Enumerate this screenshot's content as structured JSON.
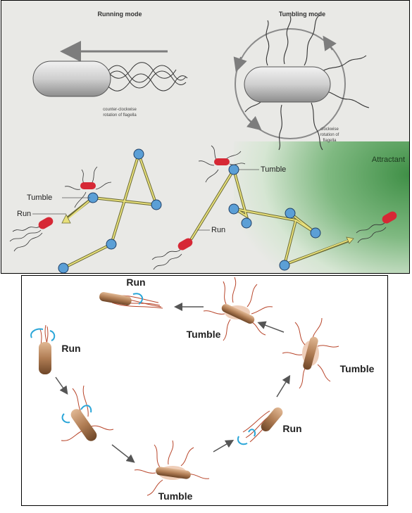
{
  "top_panel": {
    "running_mode": {
      "title": "Running mode",
      "caption_line1": "counter-clockwise",
      "caption_line2": "rotation of flagella"
    },
    "tumbling_mode": {
      "title": "Tumbling mode",
      "caption_line1": "clockwise",
      "caption_line2": "rotation of",
      "caption_line3": "flagella"
    },
    "random_walk": {
      "tumble_label": "Tumble",
      "run_label": "Run"
    },
    "biased_walk": {
      "tumble_label": "Tumble",
      "run_label": "Run",
      "attractant_label": "Attractant"
    },
    "colors": {
      "background": "#e9e9e6",
      "attractant_green": "#4c9a52",
      "path_yellow": "#e8e07a",
      "node_blue": "#5b9fd6",
      "cell_red": "#d62835"
    }
  },
  "bottom_panel": {
    "labels": {
      "run_top": "Run",
      "tumble_top": "Tumble",
      "run_left": "Run",
      "tumble_right": "Tumble",
      "run_right": "Run",
      "tumble_bottom": "Tumble"
    },
    "colors": {
      "flagella": "#b8452a",
      "cell_body": "#a9784f",
      "rotation_arrow": "#2aa6d8",
      "arrow": "#555555"
    }
  }
}
